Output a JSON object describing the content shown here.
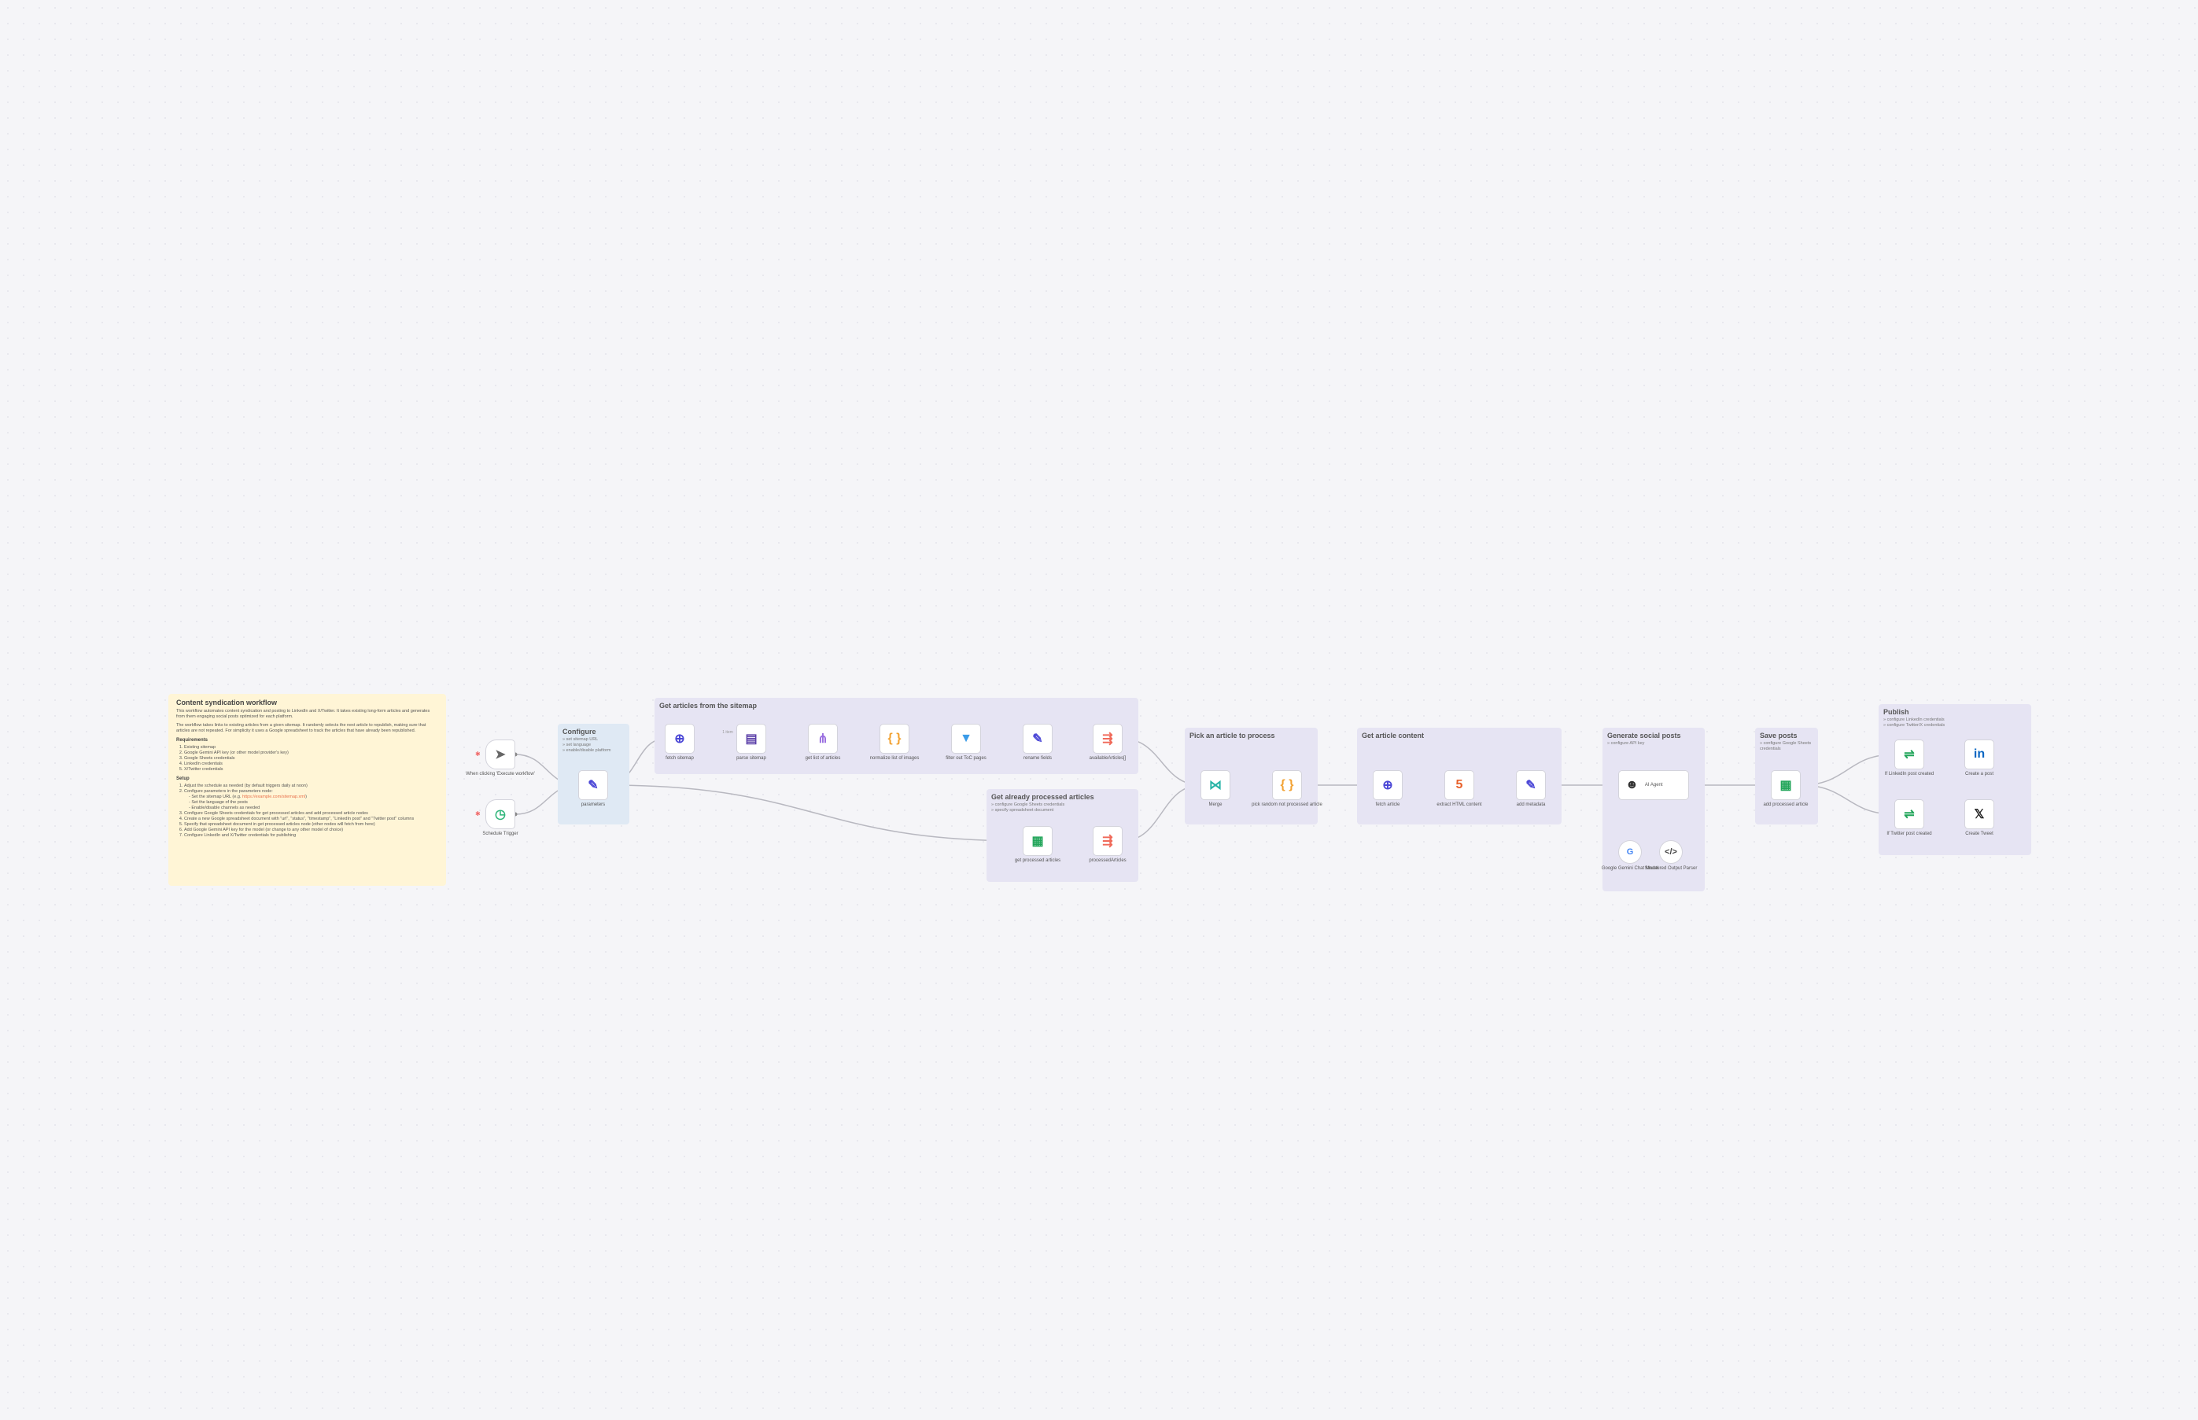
{
  "sticky": {
    "title": "Content syndication workflow",
    "p1": "This workflow automates content syndication and posting to LinkedIn and X/Twitter. It takes existing long-form articles and generates from them engaging social posts optimized for each platform.",
    "p2": "The workflow takes links to existing articles from a given sitemap. It randomly selects the next article to republish, making sure that articles are not repeated. For simplicity it uses a Google spreadsheet to track the articles that have already been republished.",
    "requirements_title": "Requirements",
    "requirements": [
      "Existing sitemap",
      "Google Gemini API key (or other model provider's key)",
      "Google Sheets credentials",
      "LinkedIn credentials",
      "X/Twitter credentials"
    ],
    "setup_title": "Setup",
    "setup": [
      "Adjust the schedule as needed (by default triggers daily at noon)",
      "Configure parameters in the parameters node:",
      "Configure Google Sheets credentials for get processed articles and add processed article nodes",
      "Create a new Google spreadsheet document with \"url\", \"status\", \"timestamp\", \"LinkedIn post\" and \"Twitter post\" columns",
      "Specify that spreadsheet document in get processed articles node (other nodes will fetch from here)",
      "Add Google Gemini API key for the model (or change to any other model of choice)",
      "Configure LinkedIn and X/Twitter credentials for publishing"
    ],
    "setup_sub": [
      "- Set the sitemap URL (e.g. ",
      "- Set the language of the posts",
      "- Enable/disable channels as needed"
    ],
    "sitemap_link": "https://example.com/sitemap.xml"
  },
  "groups": {
    "configure": {
      "title": "Configure",
      "notes": [
        "» set sitemap URL",
        "» set language",
        "» enable/disable platform"
      ]
    },
    "sitemap": {
      "title": "Get articles from the sitemap"
    },
    "processed": {
      "title": "Get already processed articles",
      "notes": [
        "» configure Google Sheets credentials",
        "» specify spreadsheet document"
      ]
    },
    "pick": {
      "title": "Pick an article to process"
    },
    "content": {
      "title": "Get article content"
    },
    "generate": {
      "title": "Generate social posts",
      "notes": [
        "» configure API key"
      ]
    },
    "save": {
      "title": "Save posts",
      "notes": [
        "» configure Google Sheets credentials"
      ]
    },
    "publish": {
      "title": "Publish",
      "notes": [
        "» configure LinkedIn credentials",
        "» configure Twitter/X credentials"
      ]
    }
  },
  "nodes": {
    "manual": {
      "label": "When clicking 'Execute workflow'",
      "icon": "cursor-icon"
    },
    "schedule": {
      "label": "Schedule Trigger",
      "icon": "clock-icon"
    },
    "parameters": {
      "label": "parameters",
      "icon": "pencil-icon"
    },
    "fetch_sitemap": {
      "label": "fetch sitemap",
      "icon": "globe-icon"
    },
    "parse_sitemap": {
      "label": "parse sitemap",
      "icon": "xml-file-icon"
    },
    "get_list": {
      "label": "get list of articles",
      "icon": "split-icon"
    },
    "normalize": {
      "label": "normalize list of images",
      "icon": "code-braces-icon"
    },
    "filter": {
      "label": "filter out ToC pages",
      "icon": "filter-icon"
    },
    "rename": {
      "label": "rename fields",
      "icon": "pencil-icon"
    },
    "available": {
      "label": "availableArticles[]",
      "icon": "aggregate-icon"
    },
    "get_processed": {
      "label": "get processed articles",
      "icon": "google-sheets-icon"
    },
    "processed_links": {
      "label": "processedArticles",
      "icon": "aggregate-icon"
    },
    "merge": {
      "label": "Merge",
      "icon": "merge-icon"
    },
    "pick_random": {
      "label": "pick random not processed article",
      "icon": "code-braces-icon"
    },
    "fetch_article": {
      "label": "fetch article",
      "icon": "globe-icon"
    },
    "extract_html": {
      "label": "extract HTML content",
      "icon": "html-icon"
    },
    "add_metadata": {
      "label": "add metadata",
      "icon": "pencil-icon"
    },
    "ai_agent": {
      "label": "AI Agent",
      "icon": "robot-icon"
    },
    "gemini": {
      "label": "Google Gemini Chat Model",
      "icon": "google-icon"
    },
    "parser": {
      "label": "Structured Output Parser",
      "icon": "code-icon"
    },
    "add_processed": {
      "label": "add processed article",
      "icon": "google-sheets-icon"
    },
    "if_linkedin": {
      "label": "If LinkedIn post created",
      "icon": "if-icon"
    },
    "if_twitter": {
      "label": "If Twitter post created",
      "icon": "if-icon"
    },
    "linkedin": {
      "label": "Create a post",
      "icon": "linkedin-icon"
    },
    "tweet": {
      "label": "Create Tweet",
      "icon": "x-icon"
    }
  },
  "edge_label": "1 item",
  "colors": {
    "sticky": "#fff5d6",
    "group": "#e6e4f3",
    "configure_group": "#dfe9f4",
    "accent": "#4b47d6"
  }
}
